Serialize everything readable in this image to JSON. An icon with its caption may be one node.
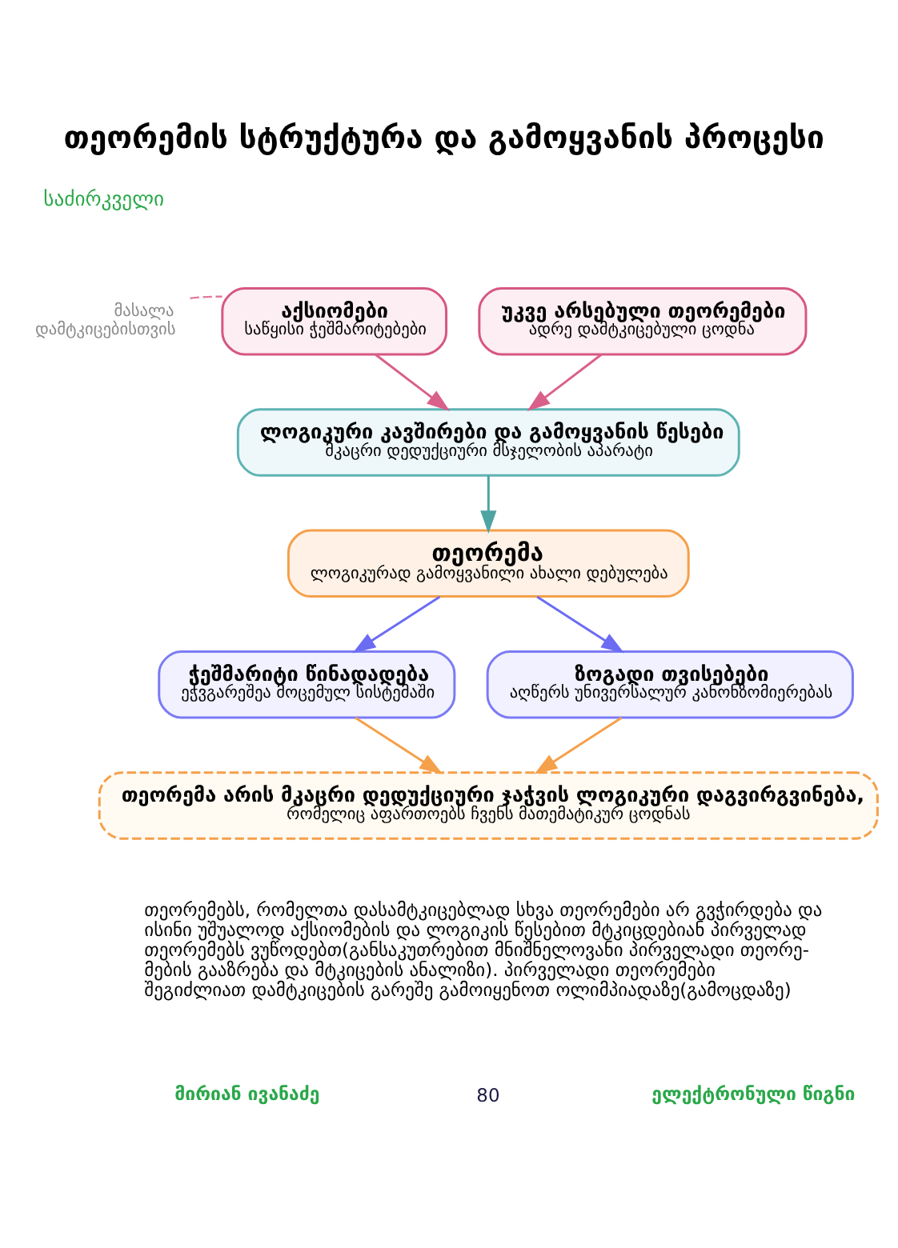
{
  "diagram": {
    "title": "თეორემის სტრუქტურა და გამოყვანის პროცესი",
    "nodes": [
      {
        "text": [
          "მასალა დამტკიცებისთვის"
        ]
      },
      {
        "text": [
          "აქსიომები",
          "საწყისი ჭეშმარიტებები"
        ]
      },
      {
        "text": [
          "უკვე არსებული თეორემები",
          "ადრე დამტკიცებული ცოდნა"
        ]
      },
      {
        "text": [
          "ლოგიკური კავშირები და გამოყვანის წესები",
          "მკაცრი დედუქციური მსჯელობის აპარატი"
        ]
      },
      {
        "text": [
          "თეორემა",
          "ლოგიკურად გამოყვანილი ახალი დებულება"
        ]
      },
      {
        "text": [
          "ჭეშმარიტი წინადადება",
          "ეჭვგარეშეა მოცემულ სისტემაში"
        ]
      },
      {
        "text": [
          "ზოგადი თვისებები",
          "აღწერს უნივერსალურ კანონზომიერებას"
        ]
      },
      {
        "text": [
          "თეორემა არის მკაცრი დედუქციური ჯაჭვის ლოგიკური დაგვირგვინება,",
          "რომელიც აფართოებს ჩვენს მათემატიკურ ცოდნას"
        ]
      }
    ],
    "edges": [
      {
        "from": 0,
        "to": 1,
        "arrow": "none",
        "style": "dashed",
        "color": "#e07a9c"
      },
      {
        "from": 1,
        "to": 3,
        "arrow": "to",
        "color": "#d9608a"
      },
      {
        "from": 2,
        "to": 3,
        "arrow": "to",
        "color": "#d9608a"
      },
      {
        "from": 3,
        "to": 4,
        "arrow": "to",
        "color": "#4fa3a3"
      },
      {
        "from": 4,
        "to": 5,
        "arrow": "to",
        "color": "#6b6cf2"
      },
      {
        "from": 4,
        "to": 6,
        "arrow": "to",
        "color": "#6b6cf2"
      },
      {
        "from": 5,
        "to": 7,
        "arrow": "to",
        "color": "#f5a04a"
      },
      {
        "from": 6,
        "to": 7,
        "arrow": "to",
        "color": "#f5a04a"
      }
    ],
    "labels": [
      "საძირკველი",
      "თეორემებს, რომელთა დასამტკიცებლად სხვა თეორემები არ გვჭირდება და ისინი უშუალოდ აქსიომების და ლოგიკის წესებით მტკიცდებიან პირველად თეორემებს ვუწოდებთ(განსაკუთრებით მნიშნელოვანი პირველადი თეორე-მების გააზრება და მტკიცების ანალიზი). პირველადი თეორემები შეგიძლიათ დამტკიცების გარეშე გამოიყენოთ ოლიმპიადაზე(გამოცდაზე)",
      "მირიან ივანაძე",
      "80",
      "ელექტრონული წიგნი"
    ]
  }
}
